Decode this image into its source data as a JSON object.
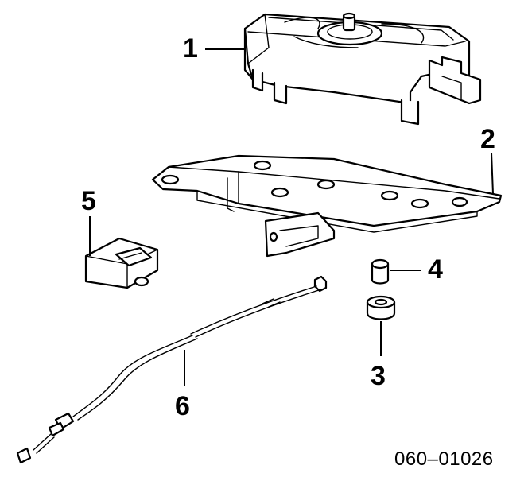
{
  "diagram": {
    "callouts": [
      {
        "id": "1",
        "label": "1"
      },
      {
        "id": "2",
        "label": "2"
      },
      {
        "id": "3",
        "label": "3"
      },
      {
        "id": "4",
        "label": "4"
      },
      {
        "id": "5",
        "label": "5"
      },
      {
        "id": "6",
        "label": "6"
      }
    ],
    "figure_code": "060–01026"
  }
}
